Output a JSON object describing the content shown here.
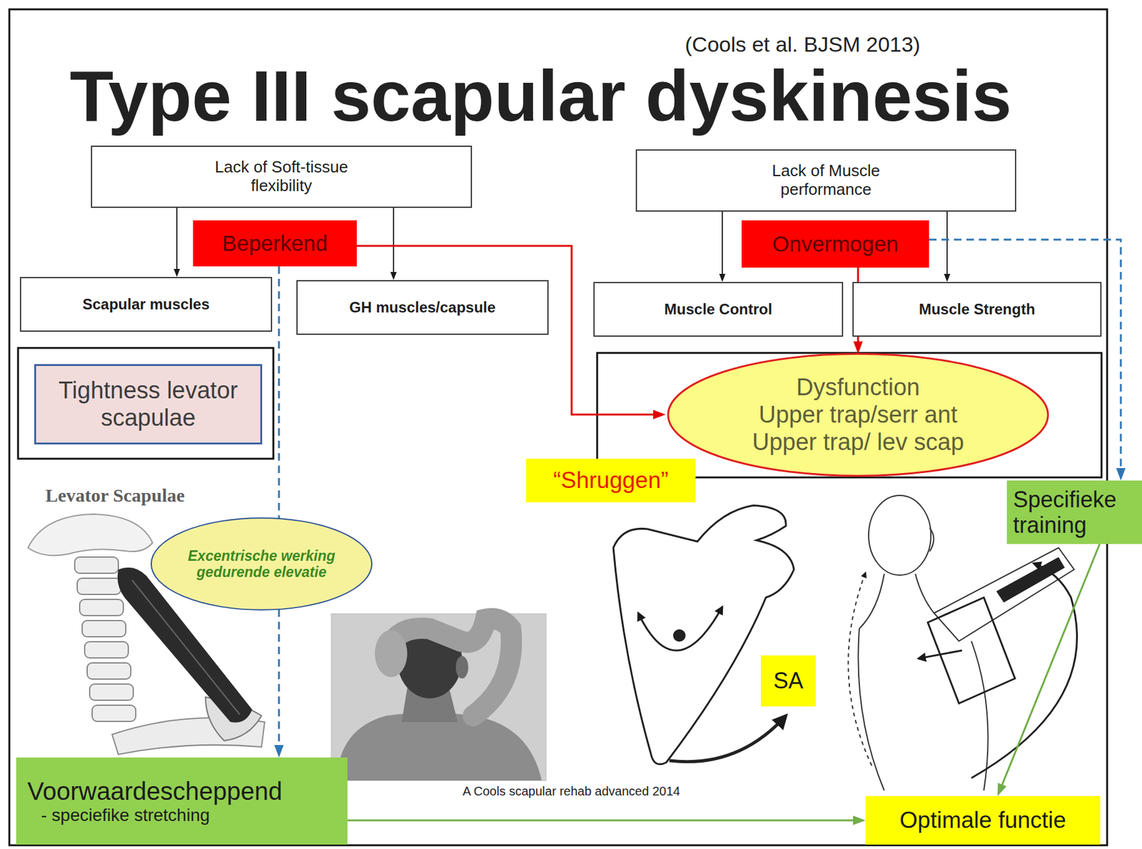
{
  "diagram": {
    "title": "Type III scapular dyskinesis",
    "nodes": [
      {
        "text": [
          "Lack of Soft-tissue flexibility"
        ]
      },
      {
        "text": [
          "Lack of Muscle performance"
        ]
      },
      {
        "text": [
          "Beperkend"
        ]
      },
      {
        "text": [
          "Onvermogen"
        ]
      },
      {
        "text": [
          "Scapular muscles"
        ]
      },
      {
        "text": [
          "GH muscles/capsule"
        ]
      },
      {
        "text": [
          "Muscle Control"
        ]
      },
      {
        "text": [
          "Muscle Strength"
        ]
      },
      {
        "text": [
          "Tightness levator scapulae"
        ]
      },
      {
        "text": [
          "Dysfunction",
          "Upper trap/serr ant Upper trap/ lev scap"
        ]
      },
      {
        "text": [
          "“Shruggen”"
        ]
      },
      {
        "text": [
          "Specifieke training"
        ]
      },
      {
        "text": [
          "Excentrische werking gedurende elevatie"
        ]
      },
      {
        "text": [
          "SA"
        ]
      },
      {
        "text": [
          "Voorwaardescheppend",
          "- speciefike stretching"
        ]
      },
      {
        "text": [
          "Optimale functie"
        ]
      }
    ],
    "edges": [
      {
        "from": 0,
        "to": 4,
        "arrow": "to"
      },
      {
        "from": 0,
        "to": 5,
        "arrow": "to"
      },
      {
        "from": 1,
        "to": 6,
        "arrow": "to"
      },
      {
        "from": 1,
        "to": 7,
        "arrow": "to"
      },
      {
        "from": 2,
        "to": 9,
        "arrow": "to"
      },
      {
        "from": 3,
        "to": 9,
        "arrow": "to"
      },
      {
        "from": 3,
        "to": 11,
        "arrow": "to"
      },
      {
        "from": 2,
        "to": 12,
        "arrow": "none"
      },
      {
        "from": 12,
        "to": 14,
        "arrow": "to"
      },
      {
        "from": 14,
        "to": 15,
        "arrow": "to"
      },
      {
        "from": 11,
        "to": 15,
        "arrow": "to"
      }
    ],
    "labels": [
      "(Cools et al. BJSM 2013)",
      "Levator Scapulae",
      "A Cools scapular rehab advanced 2014"
    ]
  }
}
